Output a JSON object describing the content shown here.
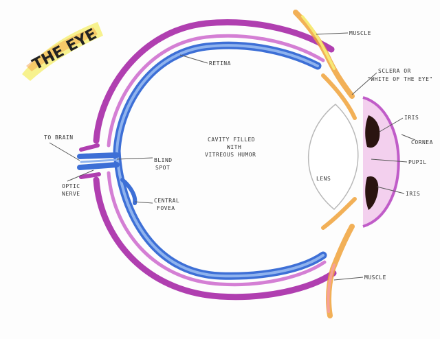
{
  "title": "THE EYE",
  "colors": {
    "sclera": "#b03fb0",
    "sclera_light": "#d47fd4",
    "retina": "#3d6fd6",
    "retina_light": "#8fb3ee",
    "muscle": "#f0a23a",
    "cornea": "#c05cc8",
    "iris": "#2a1410",
    "highlight": "#f6f07a",
    "title_glow": "#f49a3c"
  },
  "labels": {
    "retina": "RETINA",
    "muscle_top": "MUSCLE",
    "sclera_line1": "SCLERA  OR",
    "sclera_line2": "\"WHITE OF THE EYE\"",
    "iris_top": "IRIS",
    "cornea": "CORNEA",
    "pupil": "PUPIL",
    "iris_bottom": "IRIS",
    "lens": "LENS",
    "cavity_line1": "CAVITY  FILLED",
    "cavity_line2": "WITH",
    "cavity_line3": "VITREOUS HUMOR",
    "to_brain": "TO BRAIN",
    "blind_spot_line1": "BLIND",
    "blind_spot_line2": "SPOT",
    "optic_nerve_line1": "OPTIC",
    "optic_nerve_line2": "NERVE",
    "central_fovea_line1": "CENTRAL",
    "central_fovea_line2": "FOVEA",
    "muscle_bottom": "MUSCLE"
  }
}
